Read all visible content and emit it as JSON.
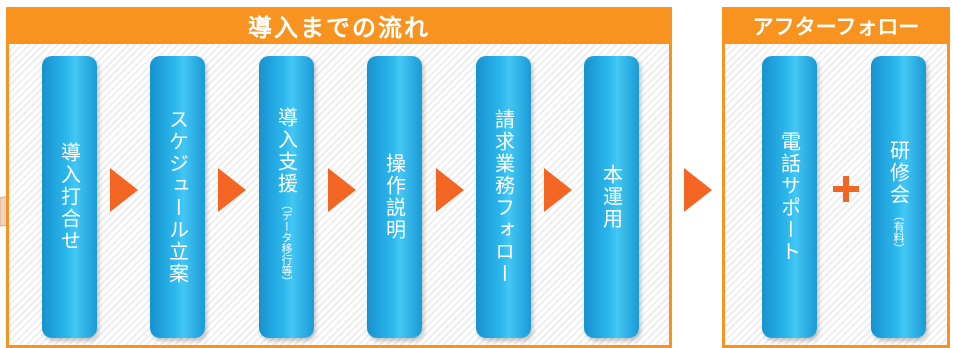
{
  "flow": {
    "title": "導入までの流れ",
    "steps": [
      {
        "label": "導入打合せ",
        "sub": ""
      },
      {
        "label": "スケジュール立案",
        "sub": ""
      },
      {
        "label": "導入支援",
        "sub": "（データ移行等）"
      },
      {
        "label": "操作説明",
        "sub": ""
      },
      {
        "label": "請求業務フォロー",
        "sub": ""
      },
      {
        "label": "本運用",
        "sub": ""
      }
    ]
  },
  "follow": {
    "title": "アフターフォロー",
    "items": [
      {
        "label": "電話サポート",
        "sub": ""
      },
      {
        "label": "研修会",
        "sub": "（有料）"
      }
    ]
  },
  "colors": {
    "accent": "#f7931e",
    "arrow": "#f26522",
    "step": "#2bb7ec"
  },
  "icons": {
    "arrow": "right-triangle-arrow",
    "plus": "plus-sign",
    "hand": "pointing-hand"
  }
}
